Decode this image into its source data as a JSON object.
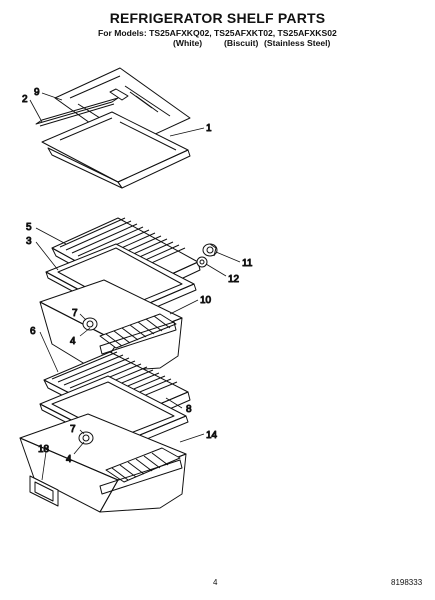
{
  "header": {
    "title": "REFRIGERATOR SHELF PARTS",
    "models": "For Models: TS25AFXKQ02, TS25AFXKT02, TS25AFXKS02",
    "variants": [
      "(White)",
      "(Biscuit)",
      "(Stainless Steel)"
    ]
  },
  "callouts": [
    "9",
    "2",
    "1",
    "5",
    "3",
    "11",
    "12",
    "10",
    "7",
    "4",
    "6",
    "8",
    "7",
    "4",
    "14",
    "18"
  ],
  "footer": {
    "page_number": "4",
    "document_number": "8198333"
  }
}
